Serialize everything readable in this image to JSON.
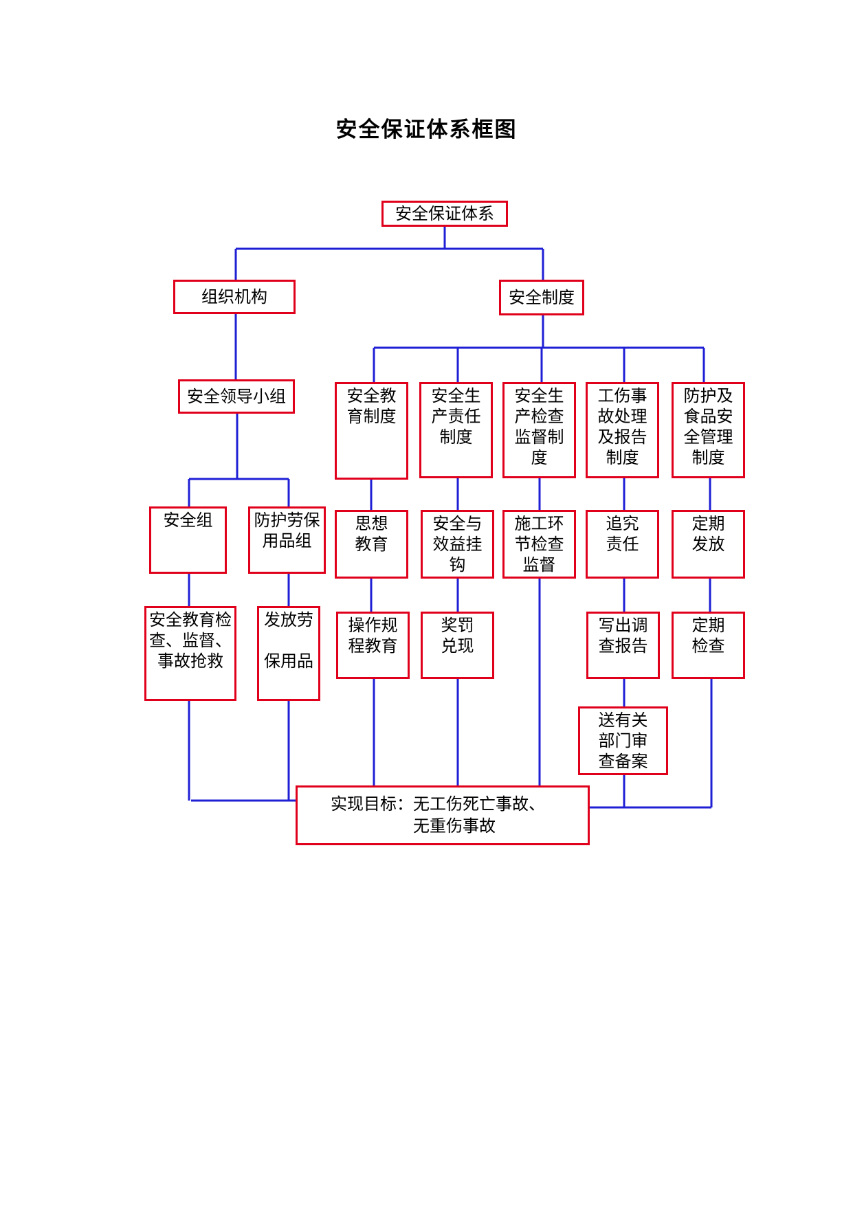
{
  "title": "安全保证体系框图",
  "nodes": {
    "root": "安全保证体系",
    "org": "组织机构",
    "system": "安全制度",
    "leader_group": "安全领导小组",
    "safety_group": "安全组",
    "ppe_group": "防护劳保\n用品组",
    "safety_edu_check": "安全教育检\n查、监督、\n事故抢救",
    "issue_ppe": "发放劳\n\n保用品",
    "edu_system": "安全教\n育制度",
    "resp_system": "安全生\n产责任\n制度",
    "inspect_system": "安全生\n产检查\n监督制\n度",
    "injury_system": "工伤事\n故处理\n及报告\n制度",
    "food_system": "防护及\n食品安\n全管理\n制度",
    "thought_edu": "思想\n教育",
    "benefit_link": "安全与\n效益挂\n钩",
    "construction_check": "施工环\n节检查\n监督",
    "accountability": "追究\n责任",
    "periodic_issue": "定期\n发放",
    "procedure_edu": "操作规\n程教育",
    "reward_punish": "奖罚\n兑现",
    "write_report": "写出调\n查报告",
    "periodic_check": "定期\n检查",
    "send_record": "送有关\n部门审\n查备案",
    "target": "实现目标：无工伤死亡事故、\n　　　　　无重伤事故"
  },
  "colors": {
    "box_border": "#e0001b",
    "connector": "#1f1fd6"
  }
}
